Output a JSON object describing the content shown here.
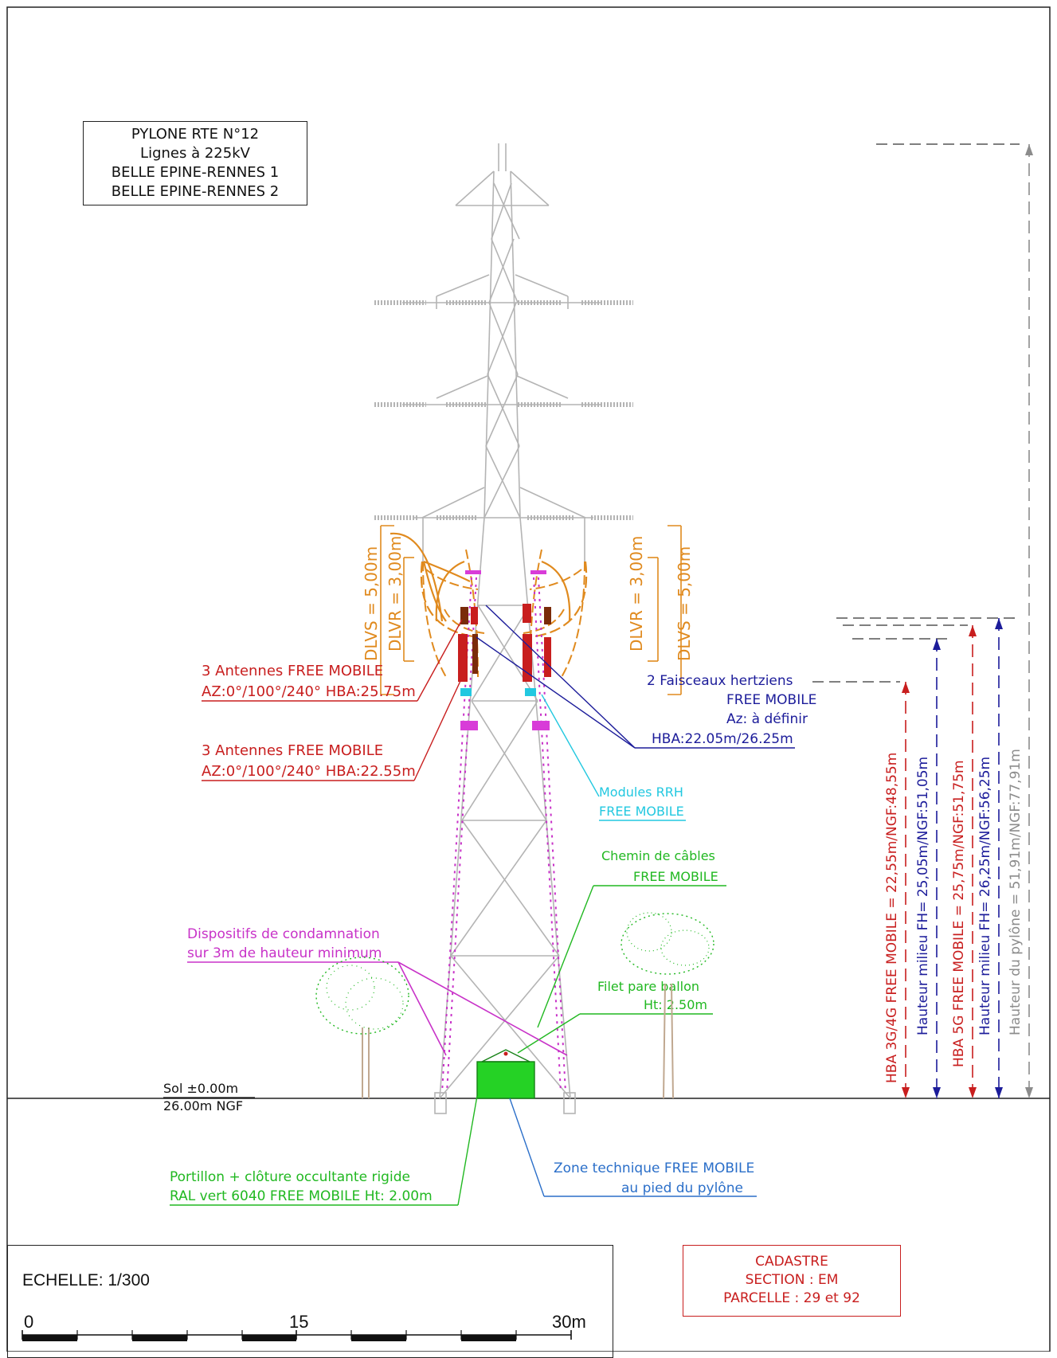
{
  "title_block": {
    "line1": "PYLONE RTE N°12",
    "line2": "Lignes à 225kV",
    "line3": "BELLE EPINE-RENNES 1",
    "line4": "BELLE EPINE-RENNES 2"
  },
  "labels": {
    "antennas_upper_1": "3 Antennes FREE MOBILE",
    "antennas_upper_2": "AZ:0°/100°/240° HBA:25.75m",
    "antennas_lower_1": "3 Antennes FREE MOBILE",
    "antennas_lower_2": "AZ:0°/100°/240° HBA:22.55m",
    "fh_1": "2 Faisceaux hertziens",
    "fh_2": "FREE MOBILE",
    "fh_3": "Az: à définir",
    "fh_4": "HBA:22.05m/26.25m",
    "rrh_1": "Modules RRH",
    "rrh_2": "FREE MOBILE",
    "cables_1": "Chemin de câbles",
    "cables_2": "FREE MOBILE",
    "condamnation_1": "Dispositifs de condamnation",
    "condamnation_2": "sur 3m de hauteur minimum",
    "filet_1": "Filet pare ballon",
    "filet_2": "Ht: 2.50m",
    "sol_1": "Sol ±0.00m",
    "sol_2": "26.00m NGF",
    "portillon_1": "Portillon + clôture occultante rigide",
    "portillon_2": "RAL vert 6040 FREE MOBILE Ht: 2.00m",
    "zone_1": "Zone technique FREE MOBILE",
    "zone_2": "au pied du pylône",
    "dlvs": "DLVS = 5,00m",
    "dlvr": "DLVR = 3,00m"
  },
  "dimensions": {
    "hba_3g4g": "HBA 3G/4G FREE MOBILE = 22,55m/NGF:48,55m",
    "fh_low": "Hauteur milieu FH= 25,05m/NGF:51,05m",
    "hba_5g": "HBA 5G FREE MOBILE = 25,75m/NGF:51,75m",
    "fh_high": "Hauteur milieu FH= 26,25m/NGF:56,25m",
    "pylone": "Hauteur du pylône = 51,91m/NGF:77,91m"
  },
  "cadastre": {
    "line1": "CADASTRE",
    "line2": "SECTION : EM",
    "line3": "PARCELLE : 29 et 92"
  },
  "scale": {
    "title": "ECHELLE: 1/300",
    "t0": "0",
    "t15": "15",
    "t30": "30m"
  },
  "colors": {
    "pylon": "#b4b4b4",
    "free_red": "#c81e1e",
    "fh_blue": "#1c1c9a",
    "rrh_cyan": "#22c8e0",
    "green": "#21b821",
    "magenta": "#c832c8",
    "orange": "#e08a1e",
    "zone_blue": "#2b6fc9",
    "gray_dim": "#8c8c8c"
  }
}
